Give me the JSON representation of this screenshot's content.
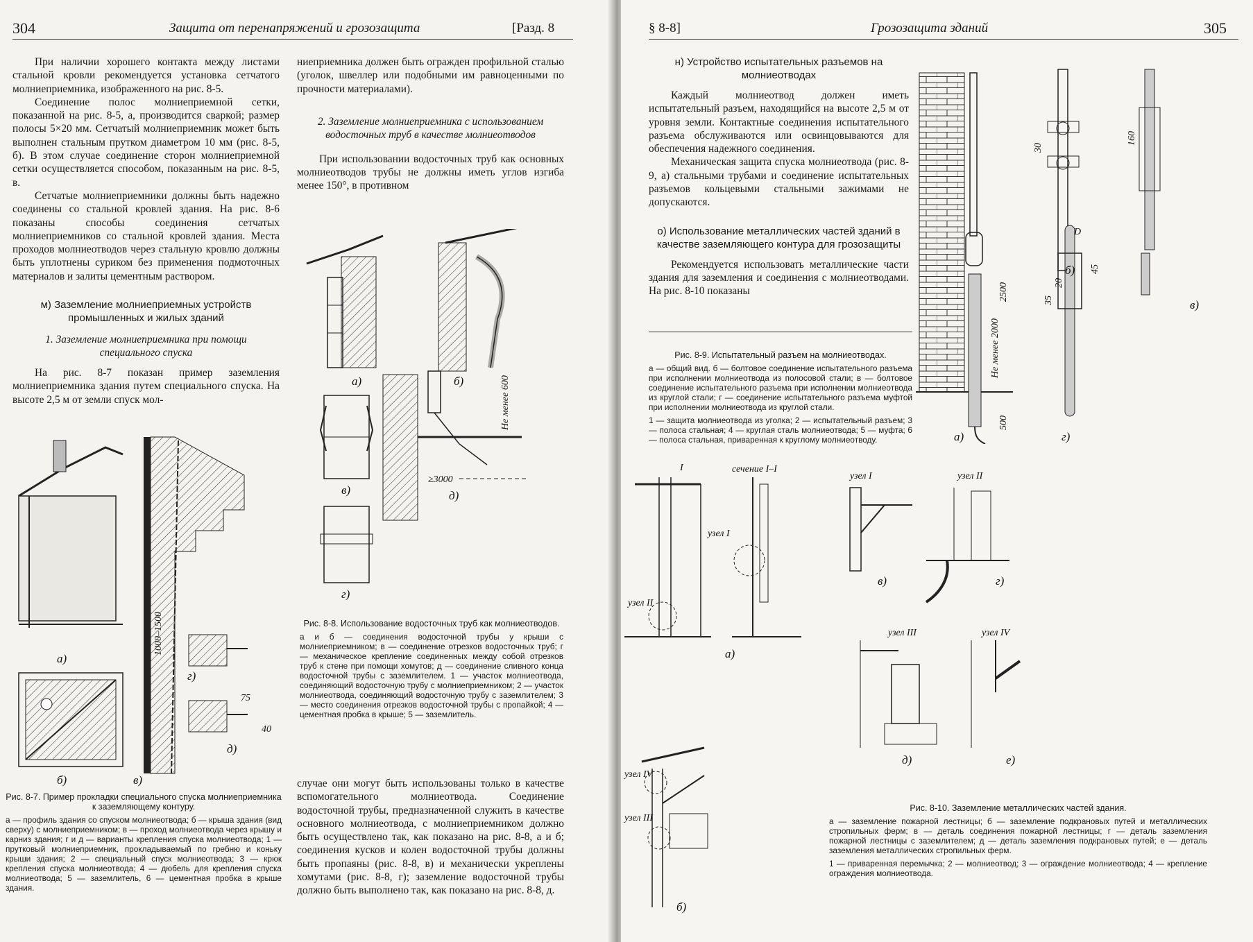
{
  "left_page": {
    "page_number": "304",
    "running_title": "Защита от перенапряжений и грозозащита",
    "section_ref": "[Разд. 8",
    "col1": {
      "p1": "При наличии хорошего контакта между листами стальной кровли рекомендуется установка сетчатого молниеприемника, изображенного на рис. 8-5.",
      "p2": "Соединение полос молниеприемной сетки, показанной на рис. 8-5, а, производится сваркой; размер полосы 5×20 мм. Сетчатый молниеприемник может быть выполнен стальным прутком диаметром 10 мм (рис. 8-5, б). В этом случае соединение сторон молниеприемной сетки осуществляется способом, показанным на рис. 8-5, в.",
      "p3": "Сетчатые молниеприемники должны быть надежно соединены со стальной кровлей здания. На рис. 8-6 показаны способы соединения сетчатых молниеприемников со стальной кровлей здания. Места проходов молниеотводов через стальную кровлю должны быть уплотнены суриком без применения подмоточных материалов и залиты цементным раствором.",
      "heading_m": "м) Заземление молниеприемных устройств промышленных и жилых зданий",
      "subheading_1": "1. Заземление молниеприемника при помощи специального спуска",
      "p4": "На рис. 8-7 показан пример заземления молниеприемника здания путем специального спуска. На высоте 2,5 м от земли спуск мол-"
    },
    "col2": {
      "p1": "ниеприемника должен быть огражден профильной сталью (уголок, швеллер или подобными им равноценными по прочности материалами).",
      "subheading_2": "2. Заземление молниеприемника с использованием водосточных труб в качестве молниеотводов",
      "p2": "При использовании водосточных труб как основных молниеотводов трубы не должны иметь углов изгиба менее 150°, в противном",
      "p3": "случае они могут быть использованы только в качестве вспомогательного молниеотвода. Соединение водосточной трубы, предназначенной служить в качестве основного молниеотвода, с молниеприемником должно быть осуществлено так, как показано на рис. 8-8, а и б; соединения кусков и колен водосточной трубы должны быть пропаяны (рис. 8-8, в) и механически укреплены хомутами (рис. 8-8, г); заземление водосточной трубы должно быть выполнено так, как показано на рис. 8-8, д."
    },
    "fig87": {
      "title": "Рис. 8-7. Пример прокладки специального спуска молниеприемника к заземляющему контуру.",
      "legend1": "а — профиль здания со спуском молниеотвода; б — крыша здания (вид сверху) с молниеприемником; в — проход молниеотвода через крышу и карниз здания; г и д — варианты крепления спуска молниеотвода; 1 — прутковый молниеприемник, прокладываемый по гребню и коньку крыши здания; 2 — специальный спуск молниеотвода; 3 — крюк крепления спуска молниеотвода; 4 — дюбель для крепления спуска молниеотвода; 5 — заземлитель, 6 — цементная пробка в крыше здания.",
      "sub_a": "а)",
      "sub_b": "б)",
      "sub_v": "в)",
      "sub_g": "г)",
      "sub_d": "д)",
      "dim_height": "1000–1500",
      "dim_75": "75",
      "dim_40": "40"
    },
    "fig88": {
      "title": "Рис. 8-8. Использование водосточных труб как молниеотводов.",
      "legend1": "а и б — соединения водосточной трубы у крыши с молниеприемником; в — соединение отрезков водосточных труб; г — механическое крепление соединенных между собой отрезков труб к стене при помощи хомутов; д — соединение сливного конца водосточной трубы с заземлителем. 1 — участок молниеотвода, соединяющий водосточную трубу с молниеприемником; 2 — участок молниеотвода, соединяющий водосточную трубу с заземлителем; 3 — место соединения отрезков водосточной трубы с пропайкой; 4 — цементная пробка в крыше; 5 — заземлитель.",
      "sub_a": "а)",
      "sub_b": "б)",
      "sub_v": "в)",
      "sub_g": "г)",
      "sub_d": "д)",
      "dim_3000": "≥3000",
      "dim_600": "Не менее 600"
    }
  },
  "right_page": {
    "page_number": "305",
    "running_title": "Грозозащита зданий",
    "section_ref": "§ 8-8]",
    "heading_n": "н) Устройство испытательных разъемов на молниеотводах",
    "p1": "Каждый молниеотвод должен иметь испытательный разъем, находящийся на высоте 2,5 м от уровня земли. Контактные соединения испытательного разъема обслуживаются или освинцовываются для обеспечения надежного соединения.",
    "p2": "Механическая защита спуска молниеотвода (рис. 8-9, а) стальными трубами и соединение испытательных разъемов кольцевыми стальными зажимами не допускаются.",
    "heading_o": "о) Использование металлических частей зданий в качестве заземляющего контура для грозозащиты",
    "p3": "Рекомендуется использовать металлические части здания для заземления и соединения с молниеотводами. На рис. 8-10 показаны",
    "fig89": {
      "title": "Рис. 8-9. Испытательный разъем на молниеотводах.",
      "legend1": "а — общий вид. б — болтовое соединение испытательного разъема при исполнении молниеотвода из полосовой стали; в — болтовое соединение испытательного разъема при исполнении молниеотвода из круглой стали; г — соединение испытательного разъема муфтой при исполнении молниеотвода из круглой стали.",
      "legend2": "1 — защита молниеотвода из уголка; 2 — испытательный разъем; 3 — полоса стальная; 4 — круглая сталь молниеотвода; 5 — муфта; 6 — полоса стальная, приваренная к круглому молниеотводу.",
      "sub_a": "а)",
      "sub_b": "б)",
      "sub_v": "в)",
      "sub_g": "г)",
      "dim_min2000": "Не менее 2000",
      "dim_2500": "2500",
      "dim_500": "500",
      "dim_30": "30",
      "dim_160": "160",
      "dim_35": "35",
      "dim_20": "20",
      "dim_45": "45",
      "dim_D": "D"
    },
    "fig810": {
      "title": "Рис. 8-10. Заземление металлических частей здания.",
      "legend1": "а — заземление пожарной лестницы; б — заземление подкрановых путей и металлических стропильных ферм; в — деталь соединения пожарной лестницы; г — деталь заземления пожарной лестницы с заземлителем; д — деталь заземления подкрановых путей; е — деталь заземления металлических стропильных ферм.",
      "legend2": "1 — приваренная перемычка; 2 — молниеотвод; 3 — ограждение молниеотвода; 4 — крепление ограждения молниеотвода.",
      "section_label": "сечение I–I",
      "node1": "узел I",
      "node2": "узел II",
      "node3": "узел III",
      "node4": "узел IV",
      "sub_a": "а)",
      "sub_b": "б)",
      "sub_v": "в)",
      "sub_g": "г)",
      "sub_d": "д)",
      "sub_e": "е)",
      "mark_I": "I"
    }
  }
}
